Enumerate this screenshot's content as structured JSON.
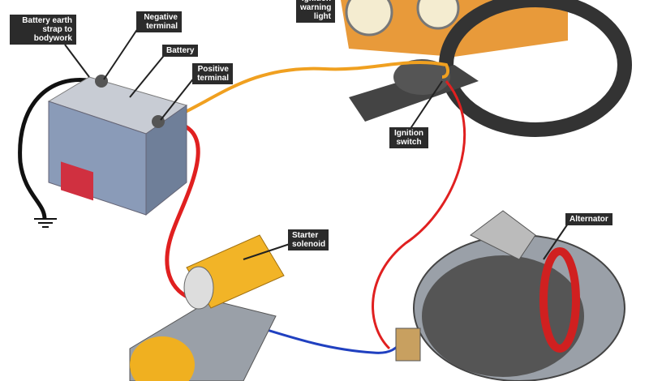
{
  "labels": {
    "earth_strap": "Battery earth strap to bodywork",
    "negative_terminal": "Negative terminal",
    "battery": "Battery",
    "positive_terminal": "Positive terminal",
    "warning_light": "Ignition warning light",
    "ignition_switch": "Ignition switch",
    "starter_solenoid": "Starter solenoid",
    "alternator": "Alternator"
  },
  "colors": {
    "red_wire": "#e02020",
    "yellow_wire": "#f0a020",
    "blue_wire": "#2040c0",
    "black_wire": "#111111",
    "label_bg": "#2b2b2b"
  }
}
